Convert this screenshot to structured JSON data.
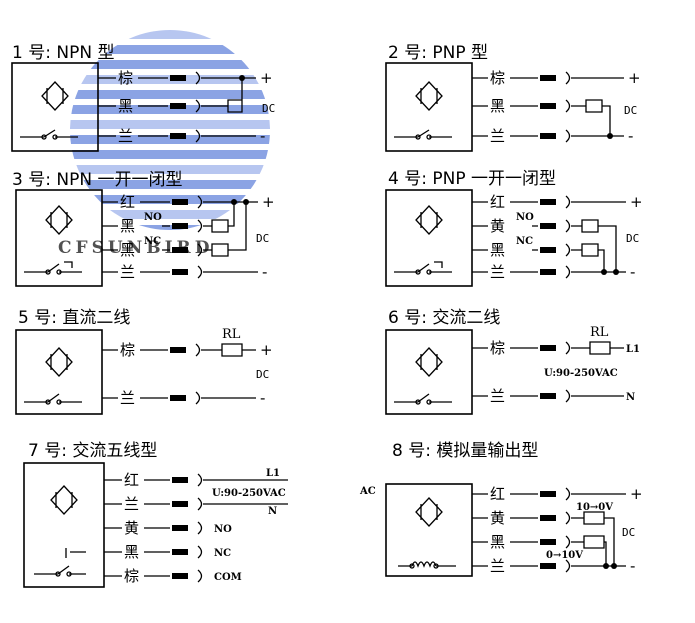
{
  "watermark": {
    "text": "CFSUNBIRD",
    "colors": {
      "stripe": "#4a6fd6",
      "stripe_light": "#8fa6e8"
    }
  },
  "panels": [
    {
      "id": "p1",
      "title": "1 号: NPN 型",
      "wires": [
        "棕",
        "黑",
        "兰"
      ],
      "terminals": [
        "+",
        "",
        "-"
      ],
      "supply": "DC"
    },
    {
      "id": "p2",
      "title": "2 号: PNP 型",
      "wires": [
        "棕",
        "黑",
        "兰"
      ],
      "terminals": [
        "+",
        "",
        "-"
      ],
      "supply": "DC"
    },
    {
      "id": "p3",
      "title": "3 号: NPN 一开一闭型",
      "wires": [
        "红",
        "黑",
        "黑",
        "兰"
      ],
      "contacts": [
        "",
        "NO",
        "NC",
        ""
      ],
      "terminals": [
        "+",
        "",
        "",
        "-"
      ],
      "supply": "DC"
    },
    {
      "id": "p4",
      "title": "4 号: PNP 一开一闭型",
      "wires": [
        "红",
        "黄",
        "黑",
        "兰"
      ],
      "contacts": [
        "",
        "NO",
        "NC",
        ""
      ],
      "terminals": [
        "+",
        "",
        "",
        "-"
      ],
      "supply": "DC"
    },
    {
      "id": "p5",
      "title": "5 号: 直流二线",
      "wires": [
        "棕",
        "兰"
      ],
      "load": "RL",
      "terminals": [
        "+",
        "-"
      ],
      "supply": "DC"
    },
    {
      "id": "p6",
      "title": "6 号: 交流二线",
      "wires": [
        "棕",
        "兰"
      ],
      "load": "RL",
      "terminals": [
        "L1",
        "N"
      ],
      "supply": "U:90-250VAC"
    },
    {
      "id": "p7",
      "title": "7 号: 交流五线型",
      "wires": [
        "红",
        "兰",
        "黄",
        "黑",
        "棕"
      ],
      "terminals": [
        "L1",
        "N",
        "NO",
        "NC",
        "COM"
      ],
      "supply": "U:90-250VAC"
    },
    {
      "id": "p8",
      "title": "8 号: 模拟量输出型",
      "wires": [
        "红",
        "黄",
        "黑",
        "兰"
      ],
      "terminals": [
        "+",
        "",
        "",
        "-"
      ],
      "ranges": [
        "10→0V",
        "0→10V"
      ],
      "supply": "DC",
      "edge_fragment": "AC"
    }
  ]
}
